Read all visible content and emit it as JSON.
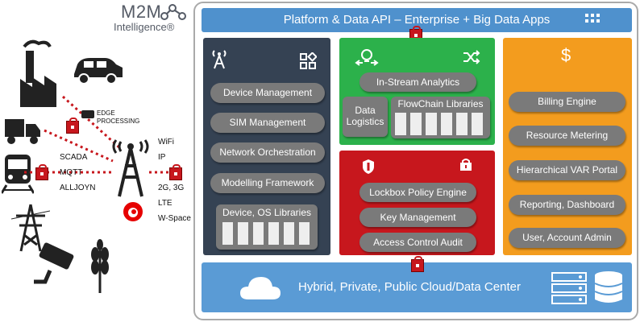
{
  "brand": {
    "line1": "M2M",
    "line2": "Intelligence®"
  },
  "left": {
    "edge_processing": [
      "EDGE",
      "PROCESSING"
    ],
    "protocols": [
      "SCADA",
      "MQTT",
      "ALLJOYN"
    ],
    "networks": [
      "WiFi",
      "IP",
      "2G, 3G",
      "LTE",
      "W-Space"
    ]
  },
  "header": {
    "title": "Platform & Data API – Enterprise + Big Data Apps",
    "icon": "grid-icon"
  },
  "device_panel": {
    "items": [
      "Device Management",
      "SIM Management",
      "Network Orchestration",
      "Modelling Framework"
    ],
    "libraries_label": "Device, OS Libraries",
    "icons": [
      "antenna-icon",
      "modules-icon"
    ]
  },
  "analytics_panel": {
    "in_stream": "In-Stream Analytics",
    "data_logistics": "Data Logistics",
    "flowchain": "FlowChain Libraries",
    "icons": [
      "lightbulb-icon",
      "shuffle-icon"
    ]
  },
  "security_panel": {
    "items": [
      "Lockbox Policy Engine",
      "Key Management",
      "Access Control Audit"
    ],
    "icons": [
      "shield-icon",
      "lockbox-icon"
    ]
  },
  "billing_panel": {
    "items": [
      "Billing Engine",
      "Resource Metering",
      "Hierarchical VAR Portal",
      "Reporting, Dashboard",
      "User, Account Admin"
    ],
    "icon": "dollar-icon",
    "currency_symbol": "$"
  },
  "footer": {
    "title": "Hybrid, Private, Public Cloud/Data Center",
    "icons": [
      "cloud-icon",
      "server-icon",
      "database-icon"
    ]
  },
  "colors": {
    "blue": "#4f91cd",
    "dark": "#354253",
    "green": "#2cb14b",
    "red": "#c7171d",
    "orange": "#f39c1e",
    "pill": "#7a7a7a"
  }
}
